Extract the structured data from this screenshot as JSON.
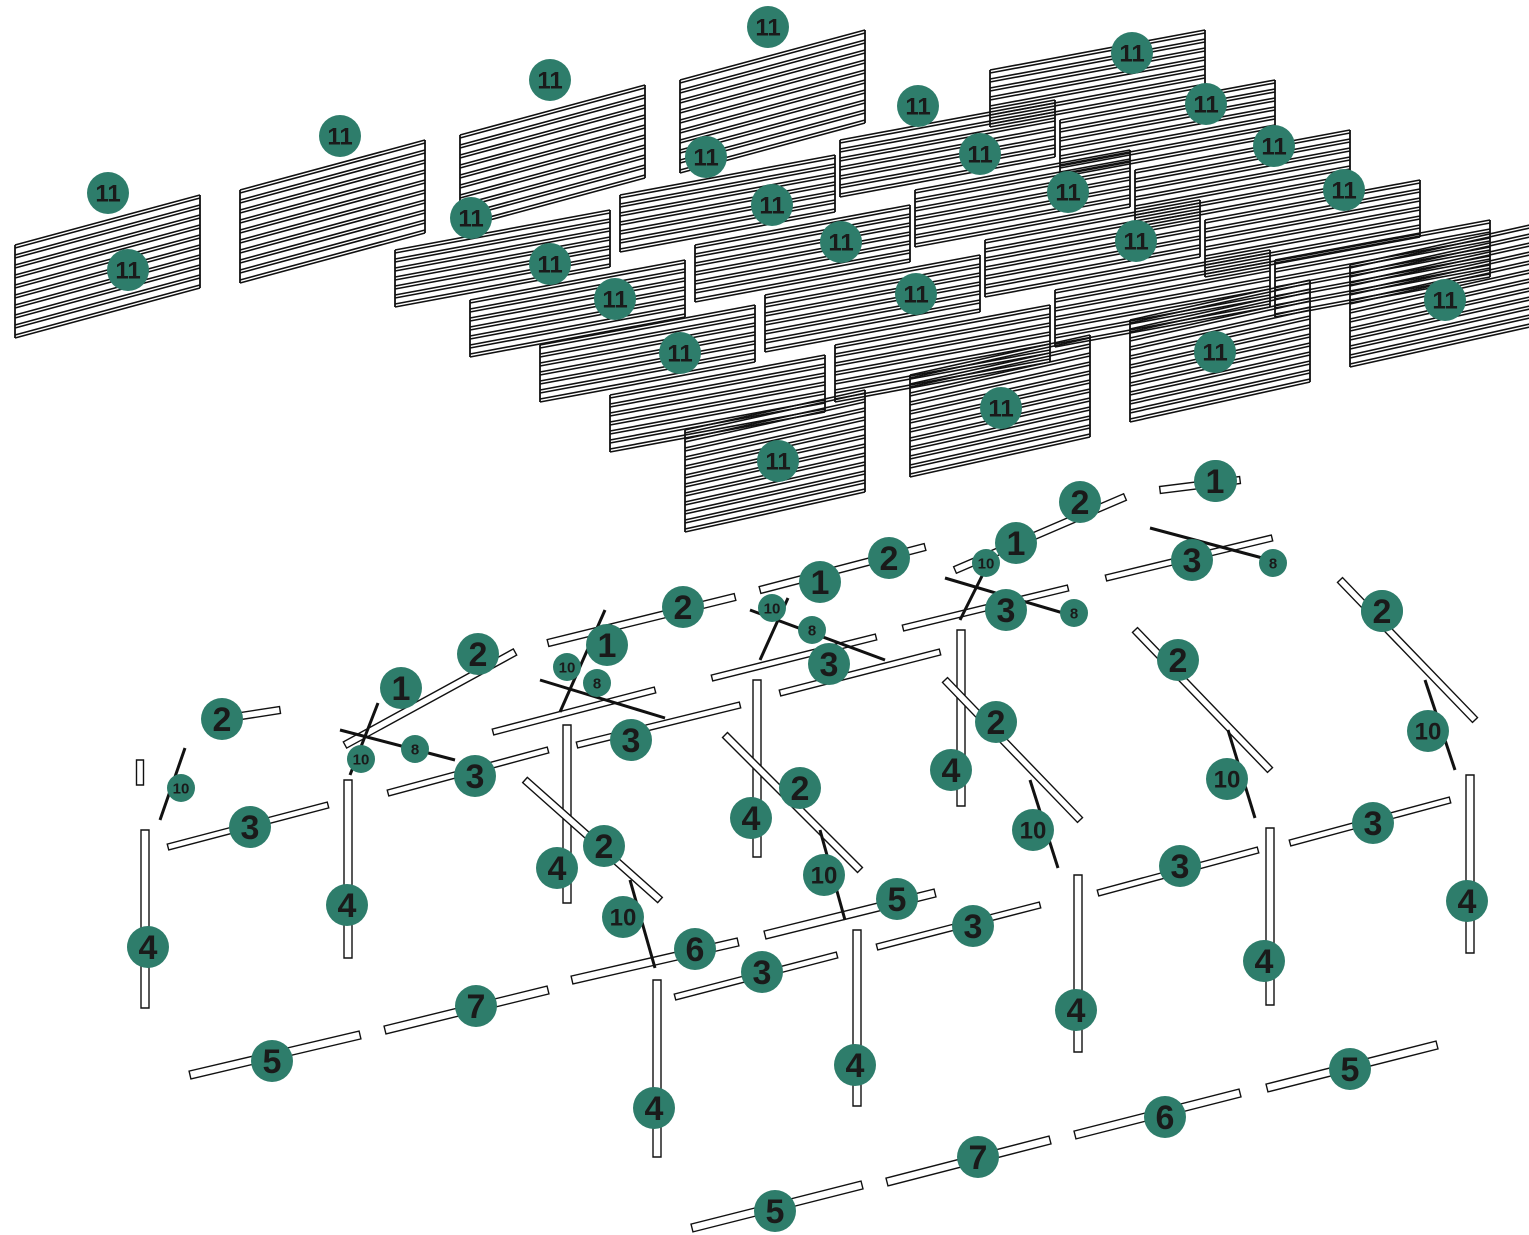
{
  "diagram": {
    "accent_color": "#2e7d6b",
    "label_color": "#1a1a1a",
    "line_color": "#111111",
    "callouts": [
      {
        "label": "11"
      },
      {
        "label": "11"
      },
      {
        "label": "11"
      },
      {
        "label": "11"
      },
      {
        "label": "11"
      },
      {
        "label": "11"
      },
      {
        "label": "11"
      },
      {
        "label": "11"
      },
      {
        "label": "11"
      },
      {
        "label": "11"
      },
      {
        "label": "11"
      },
      {
        "label": "11"
      },
      {
        "label": "11"
      },
      {
        "label": "11"
      },
      {
        "label": "11"
      },
      {
        "label": "11"
      },
      {
        "label": "11"
      },
      {
        "label": "11"
      },
      {
        "label": "11"
      },
      {
        "label": "11"
      },
      {
        "label": "11"
      },
      {
        "label": "11"
      },
      {
        "label": "11"
      },
      {
        "label": "11"
      },
      {
        "label": "11"
      },
      {
        "label": "11"
      },
      {
        "label": "11"
      },
      {
        "label": "1"
      },
      {
        "label": "1"
      },
      {
        "label": "1"
      },
      {
        "label": "1"
      },
      {
        "label": "1"
      },
      {
        "label": "2"
      },
      {
        "label": "2"
      },
      {
        "label": "2"
      },
      {
        "label": "2"
      },
      {
        "label": "2"
      },
      {
        "label": "2"
      },
      {
        "label": "2"
      },
      {
        "label": "2"
      },
      {
        "label": "2"
      },
      {
        "label": "2"
      },
      {
        "label": "2"
      },
      {
        "label": "3"
      },
      {
        "label": "3"
      },
      {
        "label": "3"
      },
      {
        "label": "3"
      },
      {
        "label": "3"
      },
      {
        "label": "3"
      },
      {
        "label": "3"
      },
      {
        "label": "3"
      },
      {
        "label": "3"
      },
      {
        "label": "3"
      },
      {
        "label": "4"
      },
      {
        "label": "4"
      },
      {
        "label": "4"
      },
      {
        "label": "4"
      },
      {
        "label": "4"
      },
      {
        "label": "4"
      },
      {
        "label": "4"
      },
      {
        "label": "4"
      },
      {
        "label": "4"
      },
      {
        "label": "4"
      },
      {
        "label": "5"
      },
      {
        "label": "5"
      },
      {
        "label": "5"
      },
      {
        "label": "5"
      },
      {
        "label": "6"
      },
      {
        "label": "6"
      },
      {
        "label": "7"
      },
      {
        "label": "7"
      },
      {
        "label": "8"
      },
      {
        "label": "8"
      },
      {
        "label": "8"
      },
      {
        "label": "8"
      },
      {
        "label": "8"
      },
      {
        "label": "10"
      },
      {
        "label": "10"
      },
      {
        "label": "10"
      },
      {
        "label": "10"
      },
      {
        "label": "10"
      },
      {
        "label": "10"
      },
      {
        "label": "10"
      },
      {
        "label": "10"
      },
      {
        "label": "10"
      },
      {
        "label": "10"
      }
    ]
  }
}
